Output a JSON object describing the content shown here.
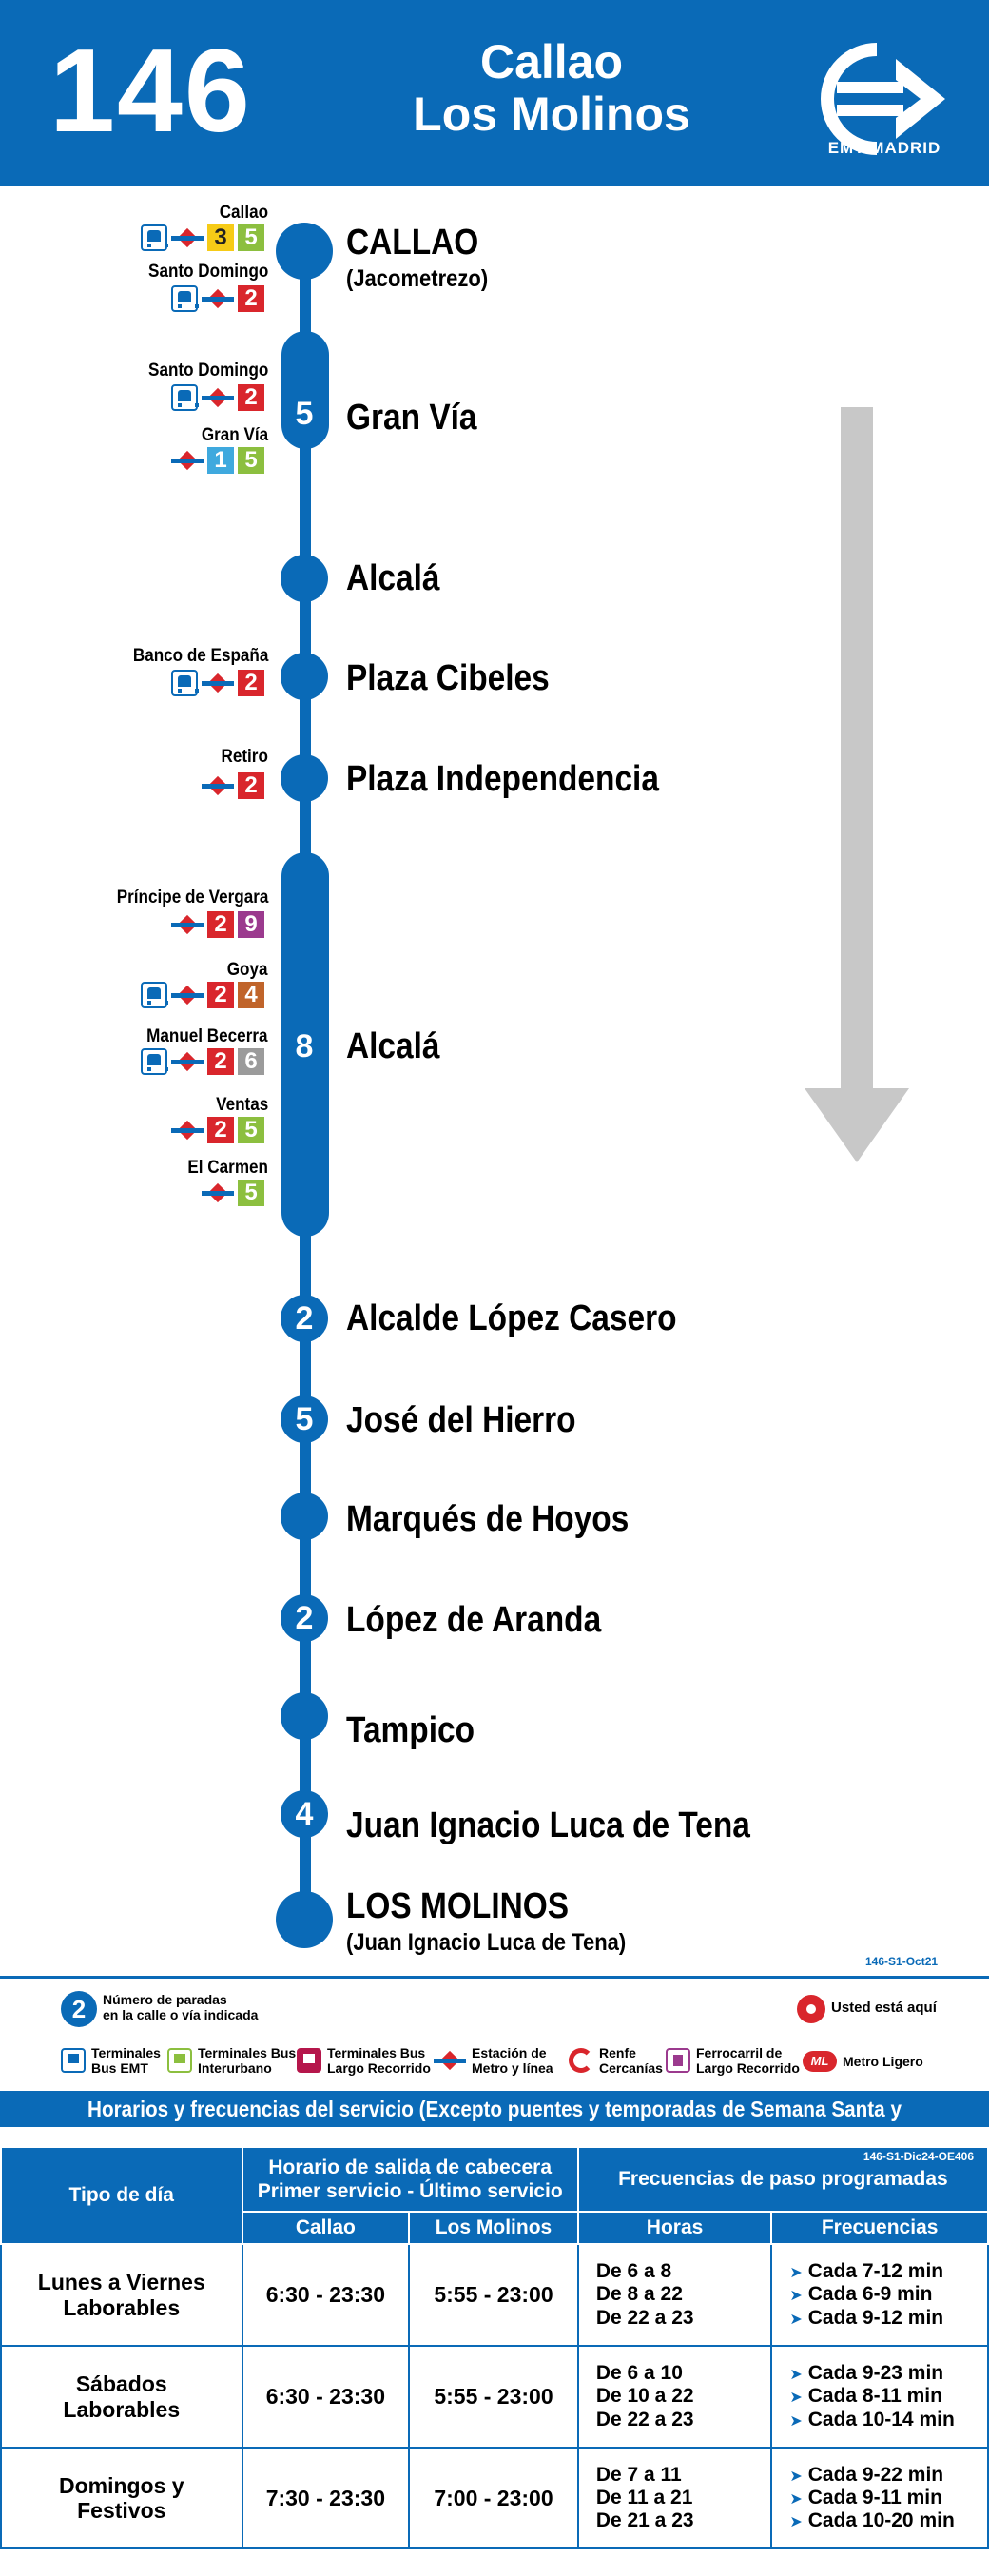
{
  "header": {
    "route_number": "146",
    "title_line1": "Callao",
    "title_line2": "Los Molinos",
    "logo_text": "EMT MADRID"
  },
  "stops": [
    {
      "name": "CALLAO",
      "sub": "(Jacometrezo)",
      "count": ""
    },
    {
      "name": "Gran Vía",
      "sub": "",
      "count": "5"
    },
    {
      "name": "Alcalá",
      "sub": "",
      "count": ""
    },
    {
      "name": "Plaza Cibeles",
      "sub": "",
      "count": ""
    },
    {
      "name": "Plaza Independencia",
      "sub": "",
      "count": ""
    },
    {
      "name": "Alcalá",
      "sub": "",
      "count": "8"
    },
    {
      "name": "Alcalde López Casero",
      "sub": "",
      "count": "2"
    },
    {
      "name": "José del Hierro",
      "sub": "",
      "count": "5"
    },
    {
      "name": "Marqués de Hoyos",
      "sub": "",
      "count": ""
    },
    {
      "name": "López de Aranda",
      "sub": "",
      "count": "2"
    },
    {
      "name": "Tampico",
      "sub": "",
      "count": ""
    },
    {
      "name": "Juan Ignacio Luca de Tena",
      "sub": "",
      "count": "4"
    },
    {
      "name": "LOS MOLINOS",
      "sub": "(Juan Ignacio Luca de Tena)",
      "count": ""
    }
  ],
  "connections": [
    {
      "name": "Callao",
      "bus": true,
      "metro": true,
      "lines": [
        "3",
        "5"
      ]
    },
    {
      "name": "Santo Domingo",
      "bus": true,
      "metro": true,
      "lines": [
        "2"
      ]
    },
    {
      "name": "Santo Domingo",
      "bus": true,
      "metro": true,
      "lines": [
        "2"
      ]
    },
    {
      "name": "Gran Vía",
      "bus": false,
      "metro": true,
      "lines": [
        "1",
        "5"
      ]
    },
    {
      "name": "Banco de España",
      "bus": true,
      "metro": true,
      "lines": [
        "2"
      ]
    },
    {
      "name": "Retiro",
      "bus": false,
      "metro": true,
      "lines": [
        "2"
      ]
    },
    {
      "name": "Príncipe de Vergara",
      "bus": false,
      "metro": true,
      "lines": [
        "2",
        "9"
      ]
    },
    {
      "name": "Goya",
      "bus": true,
      "metro": true,
      "lines": [
        "2",
        "4"
      ]
    },
    {
      "name": "Manuel Becerra",
      "bus": true,
      "metro": true,
      "lines": [
        "2",
        "6"
      ]
    },
    {
      "name": "Ventas",
      "bus": false,
      "metro": true,
      "lines": [
        "2",
        "5"
      ]
    },
    {
      "name": "El Carmen",
      "bus": false,
      "metro": true,
      "lines": [
        "5"
      ]
    }
  ],
  "references": {
    "map_ref": "146-S1-Oct21",
    "table_ref": "146-S1-Dic24-OE406"
  },
  "legend": {
    "count_sample": "2",
    "count_text_1": "Número de paradas",
    "count_text_2": "en la calle o vía indicada",
    "you_are_here": "Usted está aquí",
    "items": [
      {
        "l1": "Terminales",
        "l2": "Bus EMT"
      },
      {
        "l1": "Terminales Bus",
        "l2": "Interurbano"
      },
      {
        "l1": "Terminales Bus",
        "l2": "Largo Recorrido"
      },
      {
        "l1": "Estación de",
        "l2": "Metro y línea"
      },
      {
        "l1": "Renfe",
        "l2": "Cercanías"
      },
      {
        "l1": "Ferrocarril de",
        "l2": "Largo Recorrido"
      },
      {
        "l1": "Metro Ligero",
        "l2": ""
      }
    ],
    "ml_badge": "ML"
  },
  "schedule": {
    "title": "Horarios y frecuencias del servicio (Excepto puentes y temporadas de Semana Santa y Verano)",
    "col_day": "Tipo de día",
    "col_first_last_1": "Horario de salida de cabecera",
    "col_first_last_2": "Primer servicio - Último servicio",
    "col_freq_group": "Frecuencias de paso programadas",
    "sub_callao": "Callao",
    "sub_molinos": "Los Molinos",
    "sub_hours": "Horas",
    "sub_freq": "Frecuencias",
    "rows": [
      {
        "day1": "Lunes a Viernes",
        "day2": "Laborables",
        "callao": "6:30 - 23:30",
        "molinos": "5:55 - 23:00",
        "hours": [
          "De 6 a 8",
          "De 8 a 22",
          "De 22 a 23"
        ],
        "freqs": [
          "Cada 7-12 min",
          "Cada 6-9 min",
          "Cada 9-12 min"
        ]
      },
      {
        "day1": "Sábados",
        "day2": "Laborables",
        "callao": "6:30 - 23:30",
        "molinos": "5:55 - 23:00",
        "hours": [
          "De 6 a 10",
          "De 10 a 22",
          "De 22 a 23"
        ],
        "freqs": [
          "Cada 9-23 min",
          "Cada 8-11 min",
          "Cada 10-14 min"
        ]
      },
      {
        "day1": "Domingos y",
        "day2": "Festivos",
        "callao": "7:30 - 23:30",
        "molinos": "7:00 - 23:00",
        "hours": [
          "De 7 a 11",
          "De 11 a 21",
          "De 21 a 23"
        ],
        "freqs": [
          "Cada 9-22 min",
          "Cada 9-11 min",
          "Cada 10-20 min"
        ]
      }
    ]
  },
  "colors": {
    "brand_blue": "#0a6ab7",
    "metro_red": "#d9262c",
    "direction_arrow": "#c8c8c8"
  }
}
